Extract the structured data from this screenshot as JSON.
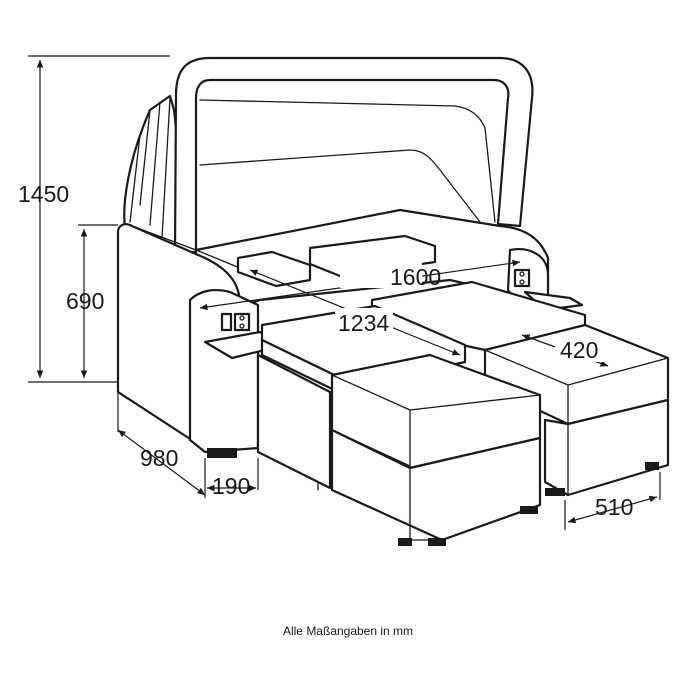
{
  "dimensions": {
    "total_height": "1450",
    "seat_height": "690",
    "depth": "980",
    "armrest_width": "190",
    "width": "1600",
    "inner_depth": "1234",
    "stool_depth": "420",
    "stool_width": "510"
  },
  "caption": "Alle Maßangaben in mm"
}
